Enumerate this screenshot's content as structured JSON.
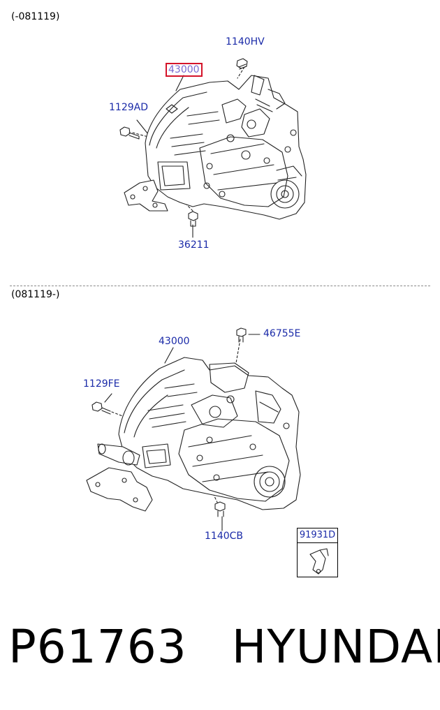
{
  "sections": {
    "upper": {
      "version_label": "(-081119)",
      "callouts": {
        "part_43000": "43000",
        "part_1140HV": "1140HV",
        "part_1129AD": "1129AD",
        "part_36211": "36211"
      }
    },
    "lower": {
      "version_label": "(081119-)",
      "callouts": {
        "part_43000": "43000",
        "part_46755E": "46755E",
        "part_1129FE": "1129FE",
        "part_1140CB": "1140CB",
        "part_91931D": "91931D"
      }
    }
  },
  "watermark": {
    "part_number": "P61763",
    "brand": "HYUNDAI"
  },
  "colors": {
    "callout_text": "#1a2aa8",
    "highlight_border": "#d4142a",
    "line_art": "#222222"
  }
}
